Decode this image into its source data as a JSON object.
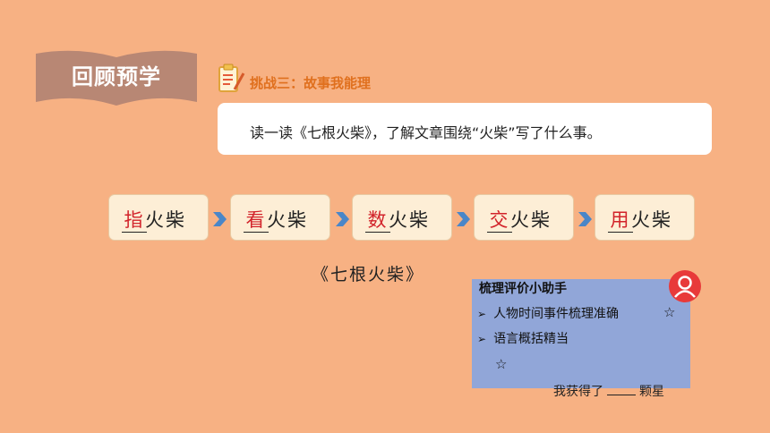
{
  "banner": {
    "title": "回顾预学"
  },
  "challenge": {
    "title": "挑战三：故事我能理"
  },
  "instruction": {
    "text": "读一读《七根火柴》，了解文章围绕“火柴”写了什么事。"
  },
  "steps": [
    {
      "fill": "指",
      "word": "火柴"
    },
    {
      "fill": "看",
      "word": "火柴"
    },
    {
      "fill": "数",
      "word": "火柴"
    },
    {
      "fill": "交",
      "word": "火柴"
    },
    {
      "fill": "用",
      "word": "火柴"
    }
  ],
  "book_title": "《七根火柴》",
  "evaluation": {
    "title": "梳理评价小助手",
    "items": [
      {
        "bullet": "➢",
        "text": "人物时间事件梳理准确",
        "star": "☆"
      },
      {
        "bullet": "➢",
        "text": "语言概括精当",
        "star": "☆"
      }
    ],
    "result_prefix": "我获得了",
    "result_suffix": "颗星"
  },
  "colors": {
    "background": "#F7B183",
    "banner": "#B88774",
    "accent": "#E0701E",
    "fill_red": "#D2232A",
    "eval_panel": "#91A6D8"
  }
}
